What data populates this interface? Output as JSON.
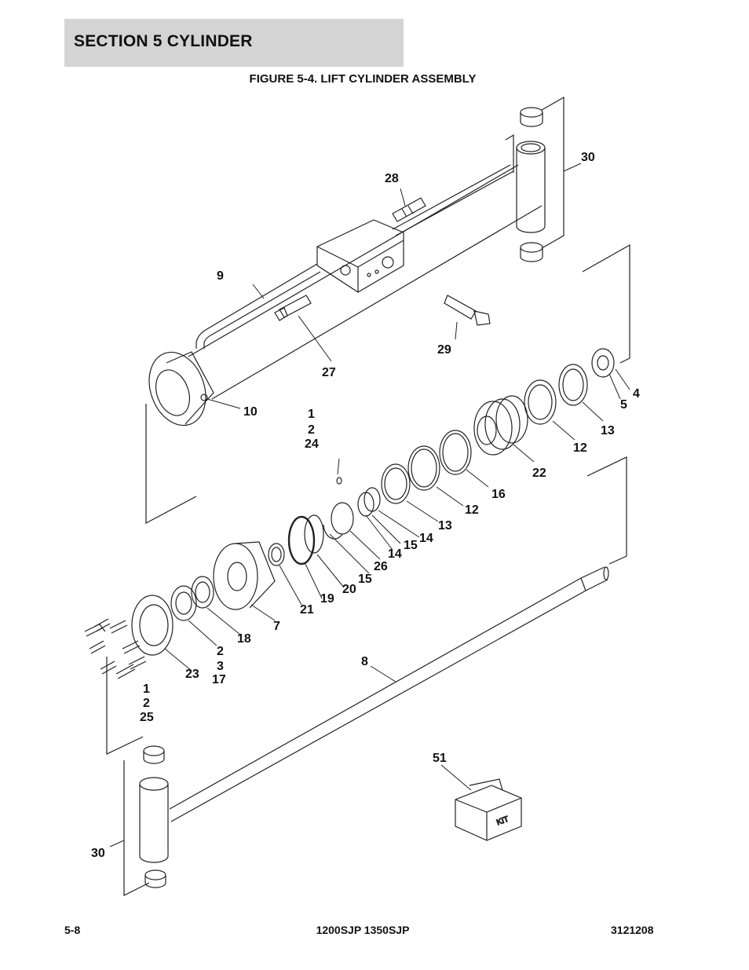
{
  "header": {
    "section_title": "SECTION 5   CYLINDER"
  },
  "figure": {
    "title": "FIGURE 5-4. LIFT CYLINDER ASSEMBLY"
  },
  "callouts": [
    "30",
    "28",
    "9",
    "29",
    "27",
    "10",
    "4",
    "5",
    "13",
    "12",
    "1",
    "2",
    "24",
    "22",
    "16",
    "12",
    "13",
    "14",
    "15",
    "14",
    "26",
    "15",
    "20",
    "19",
    "21",
    "7",
    "18",
    "2",
    "3",
    "17",
    "23",
    "8",
    "1",
    "2",
    "25",
    "51",
    "30"
  ],
  "kit_label": "KIT",
  "footer": {
    "page_number": "5-8",
    "model": "1200SJP 1350SJP",
    "doc_number": "3121208"
  }
}
